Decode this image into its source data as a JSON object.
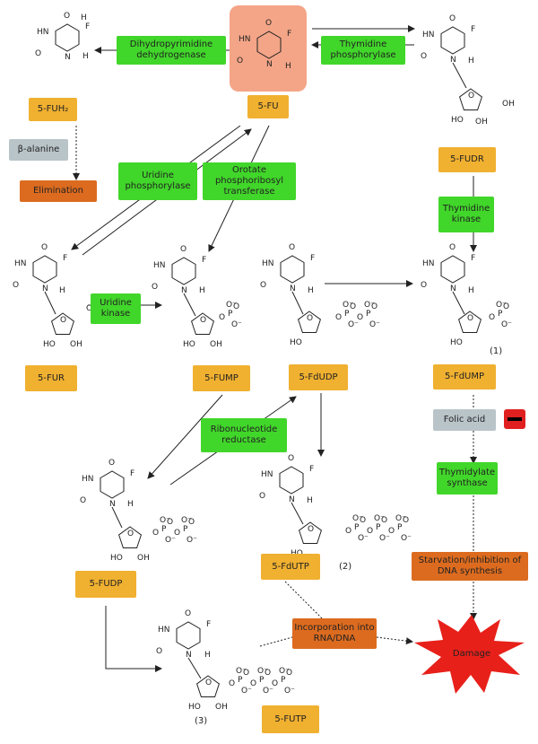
{
  "metabolites": {
    "fu": "5-FU",
    "fuh2": "5-FUH₂",
    "fudr": "5-FUDR",
    "fur": "5-FUR",
    "fump": "5-FUMP",
    "fdudp": "5-FdUDP",
    "fdump": "5-FdUMP",
    "fudp": "5-FUDP",
    "fdutp": "5-FdUTP",
    "futp": "5-FUTP"
  },
  "enzymes": {
    "dpd": "Dihydropyrimidine dehydrogenase",
    "tp": "Thymidine phosphorylase",
    "up": "Uridine phosphorylase",
    "oprt": "Orotate phosphoribosyl transferase",
    "tk": "Thymidine kinase",
    "uk": "Uridine kinase",
    "rr": "Ribonucleotide reductase",
    "ts": "Thymidylate synthase"
  },
  "other": {
    "balanine": "β-alanine",
    "elimination": "Elimination",
    "folic": "Folic acid",
    "starvation": "Starvation/inhibition of DNA synthesis",
    "incorporation": "Incorporation into RNA/DNA",
    "damage": "Damage"
  },
  "notes": {
    "n1": "(1)",
    "n2": "(2)",
    "n3": "(3)"
  },
  "atoms": {
    "F": "F",
    "H": "H",
    "HN": "HN",
    "N": "N",
    "O": "O",
    "OH": "OH",
    "HO": "HO",
    "P": "P",
    "Om": "O⁻"
  },
  "colors": {
    "metabolite": "#f0b030",
    "enzyme": "#41d62a",
    "grey": "#b9c4c9",
    "outcome": "#dc6b1f",
    "damage": "#e8201a",
    "inhibit": "#e02020",
    "fu_highlight": "#f4a587"
  }
}
